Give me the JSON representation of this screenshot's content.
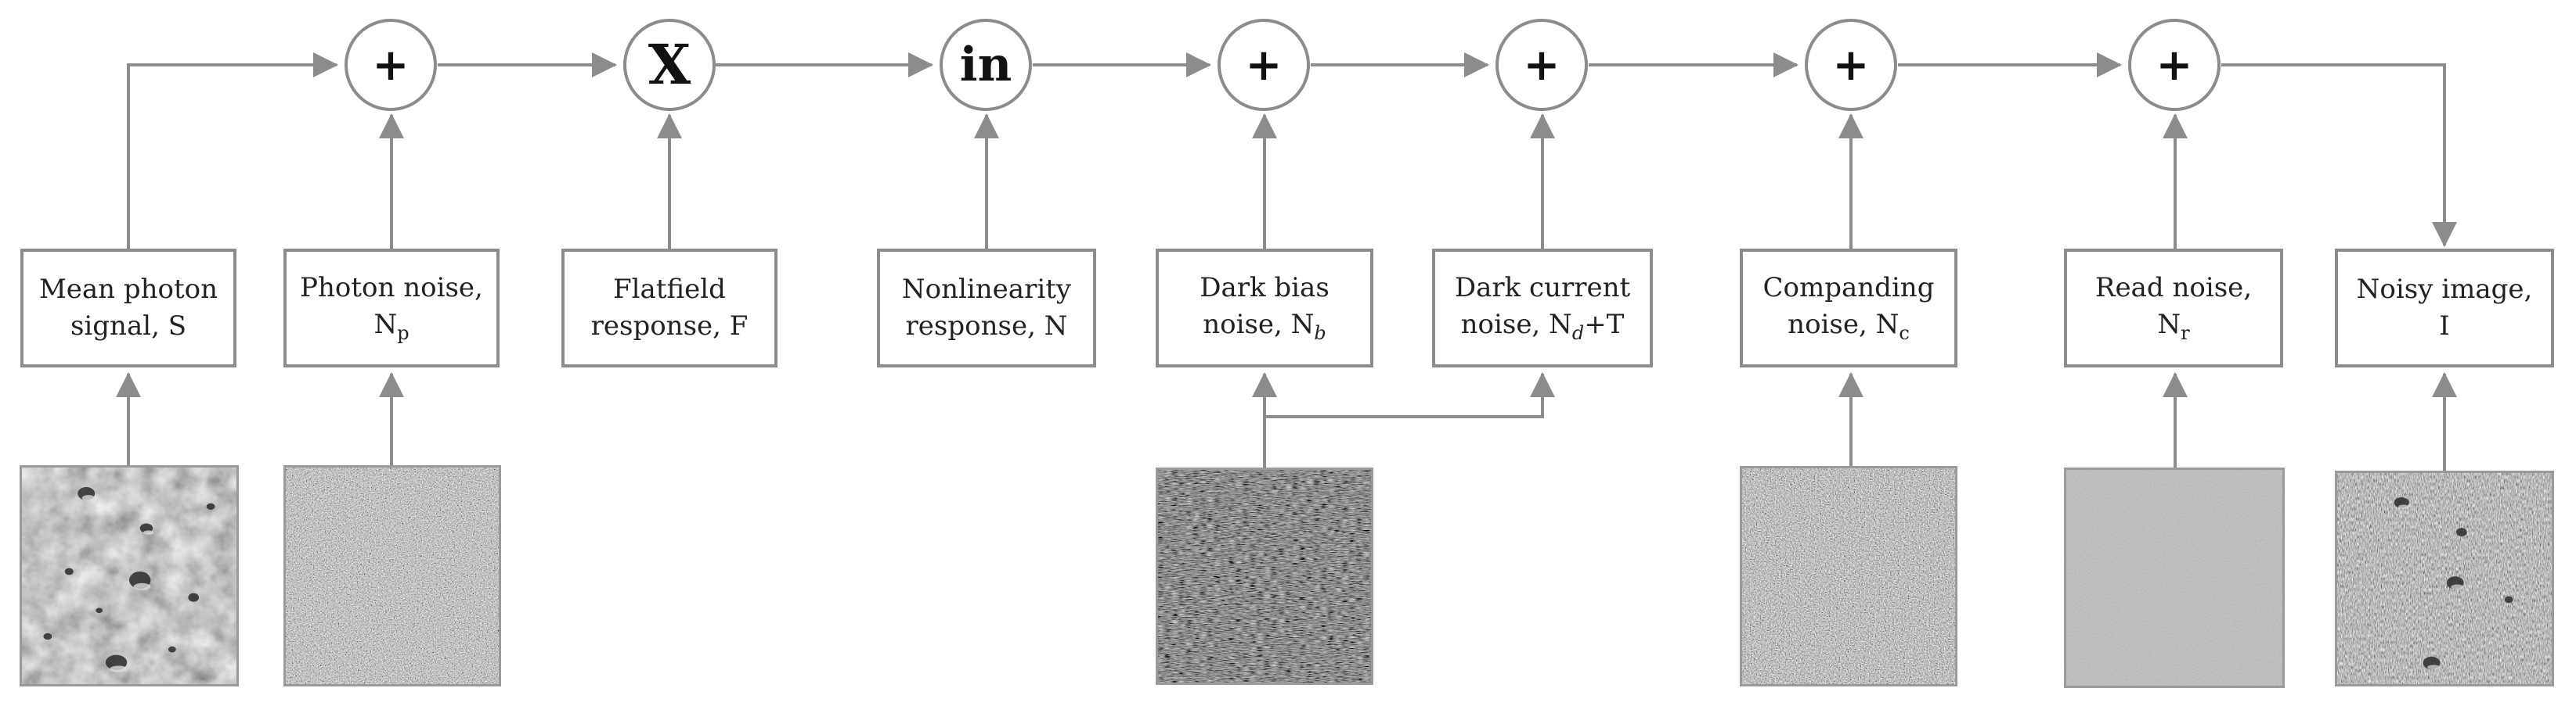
{
  "diagram": {
    "operators": [
      {
        "id": "op1",
        "symbol": "+"
      },
      {
        "id": "op2",
        "symbol": "X"
      },
      {
        "id": "op3",
        "symbol": "in"
      },
      {
        "id": "op4",
        "symbol": "+"
      },
      {
        "id": "op5",
        "symbol": "+"
      },
      {
        "id": "op6",
        "symbol": "+"
      },
      {
        "id": "op7",
        "symbol": "+"
      }
    ],
    "boxes": [
      {
        "id": "mean-photon-signal",
        "line1": "Mean photon",
        "line2": "signal, S"
      },
      {
        "id": "photon-noise",
        "line1": "Photon noise,",
        "line2": "N",
        "line2_sub": "p"
      },
      {
        "id": "flatfield-response",
        "line1": "Flatfield",
        "line2": "response, F"
      },
      {
        "id": "nonlinearity-response",
        "line1": "Nonlinearity",
        "line2": "response, N"
      },
      {
        "id": "dark-bias-noise",
        "line1": "Dark bias",
        "line2": "noise, N",
        "line2_sub": "b"
      },
      {
        "id": "dark-current-noise",
        "line1": "Dark current",
        "line2": "noise, N",
        "line2_sub": "d",
        "line2_tail": "+T"
      },
      {
        "id": "companding-noise",
        "line1": "Companding",
        "line2": "noise, N",
        "line2_sub": "c"
      },
      {
        "id": "read-noise",
        "line1": "Read noise,",
        "line2": "N",
        "line2_sub": "r"
      },
      {
        "id": "noisy-image",
        "line1": "Noisy image,",
        "line2": "I"
      }
    ],
    "thumbnails": [
      {
        "id": "lunar-surface-image",
        "kind": "lunar"
      },
      {
        "id": "photon-noise-image",
        "kind": "noise"
      },
      {
        "id": "dark-noise-image",
        "kind": "dark"
      },
      {
        "id": "companding-noise-image",
        "kind": "noise"
      },
      {
        "id": "read-noise-image",
        "kind": "flat"
      },
      {
        "id": "noisy-output-image",
        "kind": "noisy"
      }
    ],
    "colors": {
      "line": "#8c8c8c",
      "text": "#222222"
    }
  }
}
